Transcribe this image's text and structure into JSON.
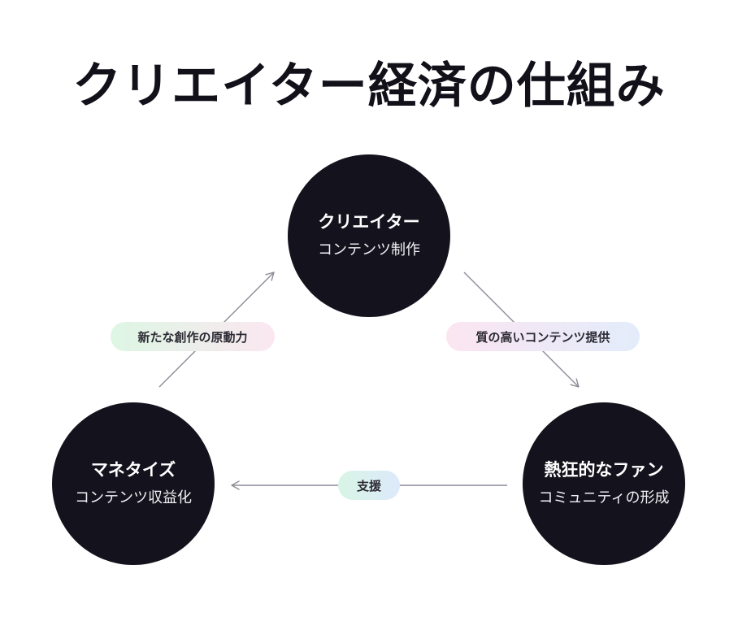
{
  "title": "クリエイター経済の仕組み",
  "nodes": {
    "creator": {
      "title": "クリエイター",
      "subtitle": "コンテンツ制作"
    },
    "monetize": {
      "title": "マネタイズ",
      "subtitle": "コンテンツ収益化"
    },
    "fans": {
      "title": "熱狂的なファン",
      "subtitle": "コミュニティの形成"
    }
  },
  "edges": {
    "monetize_to_creator": "新たな創作の原動力",
    "creator_to_fans": "質の高いコンテンツ提供",
    "fans_to_monetize": "支援"
  },
  "colors": {
    "node_fill": "#14121c",
    "arrow": "#8e8c98",
    "title_text": "#121019"
  }
}
